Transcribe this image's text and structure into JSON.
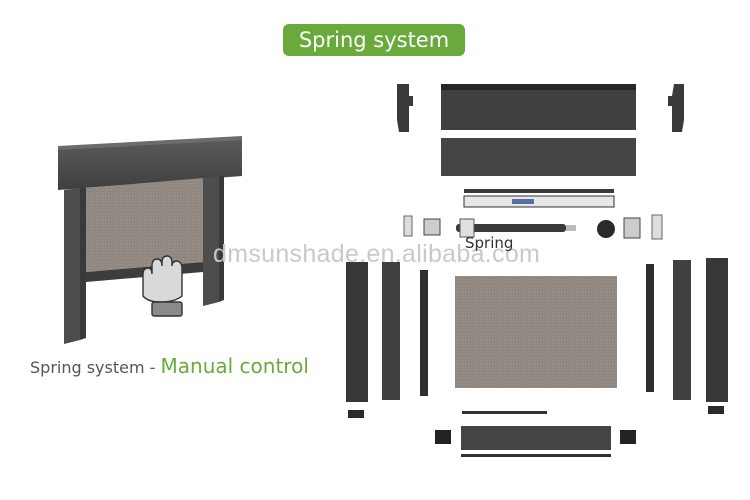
{
  "header": {
    "title": "Spring system"
  },
  "caption": {
    "prefix": "Spring system - ",
    "highlight": "Manual control"
  },
  "exploded_view": {
    "spring_label": "Spring"
  },
  "watermark": {
    "text": "dmsunshade.en.alibaba.com"
  },
  "colors": {
    "accent": "#6aaa3c",
    "frame": "#4a4a4a",
    "dark": "#2d2d2d",
    "mesh": "#8f8680"
  }
}
